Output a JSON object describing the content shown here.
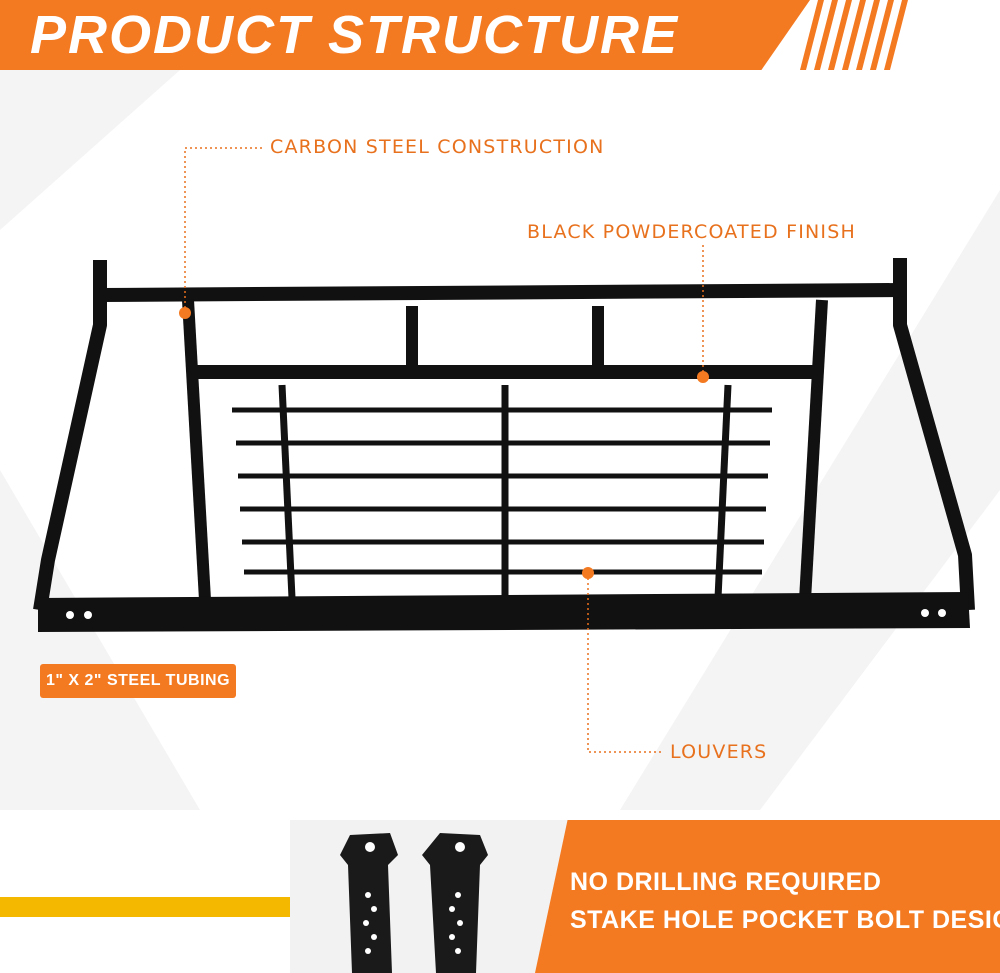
{
  "header": {
    "title": "PRODUCT STRUCTURE"
  },
  "callouts": {
    "carbon": "CARBON STEEL CONSTRUCTION",
    "finish": "BLACK POWDERCOATED FINISH",
    "louvers": "LOUVERS"
  },
  "tag": {
    "tubing": "1\" X 2\" STEEL TUBING"
  },
  "bottom": {
    "line1": "NO DRILLING REQUIRED",
    "line2": "STAKE HOLE POCKET BOLT DESIGN"
  },
  "colors": {
    "accent": "#f47a22",
    "rack": "#111111",
    "stripe": "#f5b800",
    "panel": "#f2f2f2"
  },
  "icons": [
    "headache-rack",
    "mounting-bracket"
  ]
}
